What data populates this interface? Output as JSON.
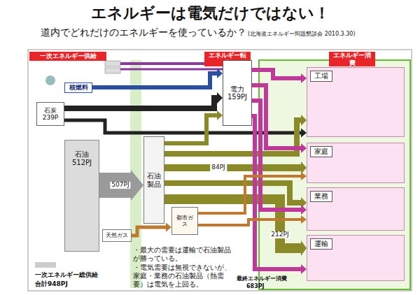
{
  "diagram": {
    "title": "エネルギーは電気だけではない！",
    "nodes": [
      {
        "text": [
          "一次エネルギー供給"
        ]
      },
      {
        "text": [
          "エネルギー転換"
        ]
      },
      {
        "text": [
          "エネルギー消費"
        ]
      },
      {
        "text": [
          "核燃料"
        ]
      },
      {
        "text": [
          "石炭",
          "239P"
        ]
      },
      {
        "text": [
          "石油",
          "512PJ"
        ]
      },
      {
        "text": [
          "天然ガス"
        ]
      },
      {
        "text": [
          "石油製品"
        ]
      },
      {
        "text": [
          "電力",
          "159PJ"
        ]
      },
      {
        "text": [
          "都市ガス"
        ]
      },
      {
        "text": [
          "工場"
        ]
      },
      {
        "text": [
          "家庭"
        ]
      },
      {
        "text": [
          "業務"
        ]
      },
      {
        "text": [
          "運輸"
        ]
      }
    ],
    "edges": [
      {
        "from": 3,
        "to": 8,
        "arrow": "to"
      },
      {
        "from": 4,
        "to": 8,
        "arrow": "to"
      },
      {
        "from": 4,
        "to": 10,
        "arrow": "to"
      },
      {
        "from": 5,
        "to": 7,
        "label": "507PJ",
        "arrow": "to"
      },
      {
        "from": 6,
        "to": 9,
        "arrow": "to"
      },
      {
        "from": 7,
        "to": 8,
        "arrow": "to"
      },
      {
        "from": 7,
        "to": 10,
        "arrow": "to"
      },
      {
        "from": 7,
        "to": 11,
        "label": "84PJ",
        "arrow": "to"
      },
      {
        "from": 7,
        "to": 12,
        "arrow": "to"
      },
      {
        "from": 7,
        "to": 13,
        "label": "212PJ",
        "arrow": "to"
      },
      {
        "from": 8,
        "to": 10,
        "arrow": "to"
      },
      {
        "from": 8,
        "to": 11,
        "arrow": "to"
      },
      {
        "from": 8,
        "to": 12,
        "arrow": "to"
      },
      {
        "from": 8,
        "to": 13,
        "arrow": "to"
      },
      {
        "from": 9,
        "to": 11,
        "arrow": "to"
      },
      {
        "from": 9,
        "to": 12,
        "arrow": "to"
      }
    ],
    "labels": [
      "道内でどれだけのエネルギーを使っているか？",
      "(北海道エネルギー問題懇談会 2010.3.30)",
      "一次エネルギー総供給",
      "合計948PJ",
      "・最大の需要は運輸で石油製品が勝っている。",
      "・電気需要は無視できないが、家庭・業務の石油製品（熱需要）は電気を上回る。",
      "最終エネルギー消費",
      "683PJ"
    ]
  }
}
